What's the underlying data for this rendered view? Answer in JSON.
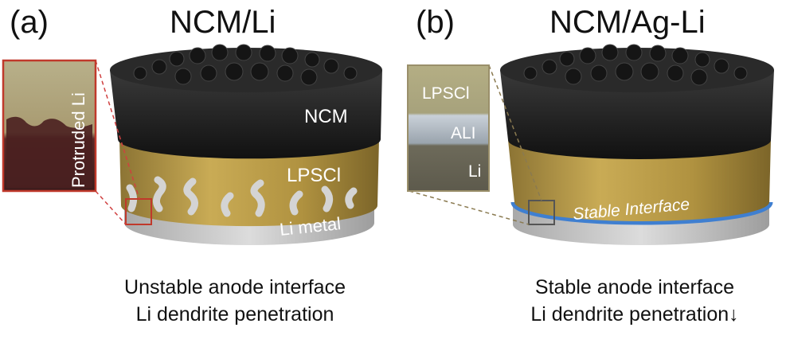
{
  "panel_a": {
    "letter": "(a)",
    "title": "NCM/Li",
    "labels": {
      "ncm": "NCM",
      "lpscl": "LPSCl",
      "li_metal": "Li metal",
      "inset": "Protruded Li"
    },
    "caption_line1": "Unstable anode interface",
    "caption_line2": "Li dendrite penetration"
  },
  "panel_b": {
    "letter": "(b)",
    "title": "NCM/Ag-Li",
    "labels": {
      "stable": "Stable Interface",
      "inset_lpscl": "LPSCl",
      "inset_ali": "ALI",
      "inset_li": "Li"
    },
    "caption_line1": "Stable anode interface",
    "caption_line2": "Li dendrite penetration↓"
  },
  "colors": {
    "ncm": "#1e1e1e",
    "lpscl": "#b89a45",
    "li_metal": "#c8c8c8",
    "stable_line": "#3f7fd0",
    "inset_frame_a": "#c0392b"
  }
}
